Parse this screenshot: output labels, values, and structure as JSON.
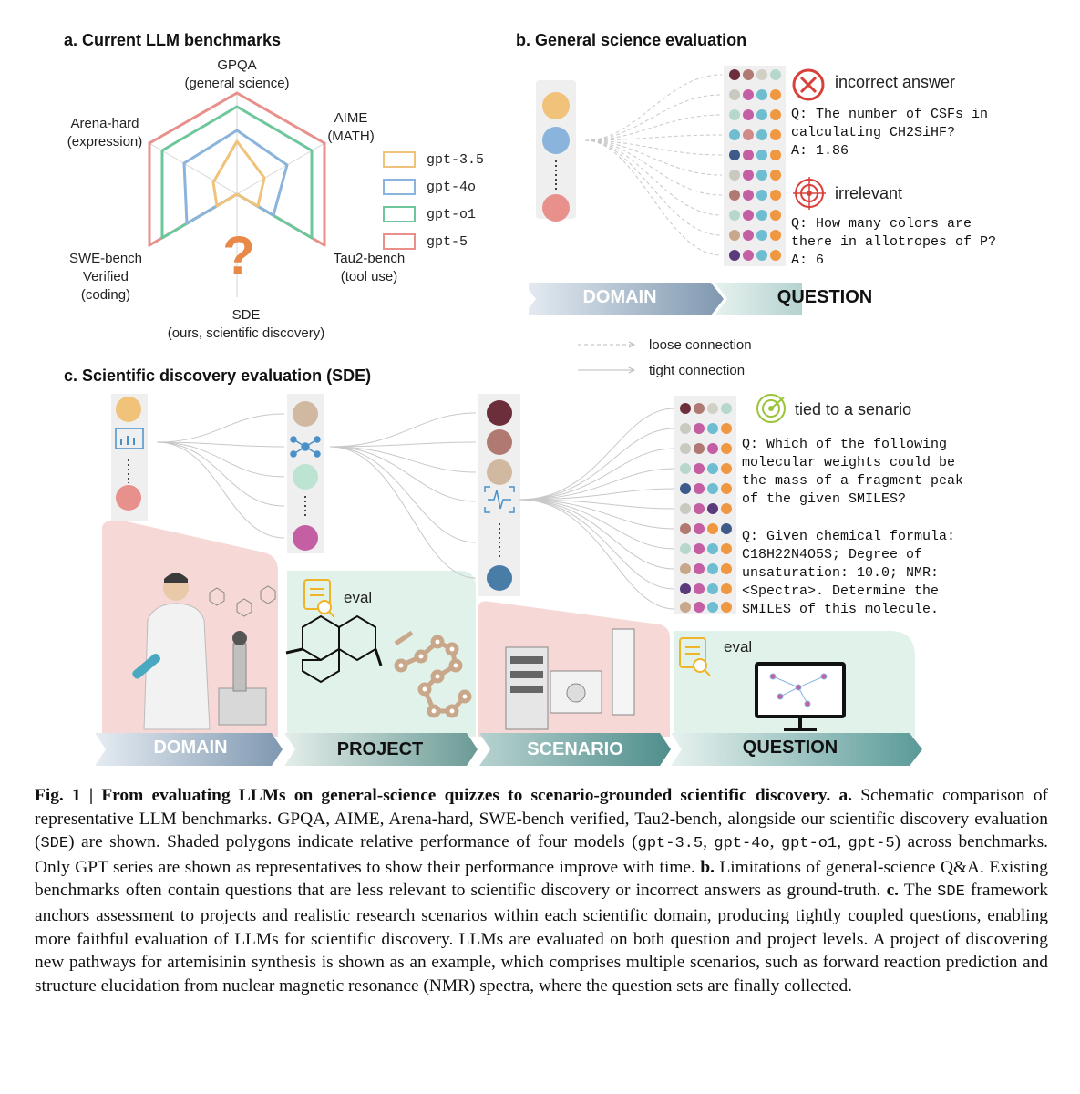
{
  "panel_a": {
    "title": "a. Current LLM benchmarks",
    "axes": [
      {
        "line1": "GPQA",
        "line2": "(general science)"
      },
      {
        "line1": "AIME",
        "line2": "(MATH)"
      },
      {
        "line1": "Tau2-bench",
        "line2": "(tool use)"
      },
      {
        "line1": "SDE",
        "line2": "(ours, scientific discovery)"
      },
      {
        "line1": "SWE-bench",
        "line2": "Verified",
        "line3": "(coding)"
      },
      {
        "line1": "Arena-hard",
        "line2": "(expression)"
      }
    ],
    "question_mark": "?",
    "legend": [
      {
        "name": "gpt-3.5",
        "color": "#f0c27a"
      },
      {
        "name": "gpt-4o",
        "color": "#8ab4dc"
      },
      {
        "name": "gpt-o1",
        "color": "#6ec79c"
      },
      {
        "name": "gpt-5",
        "color": "#e8908c"
      }
    ]
  },
  "panel_b": {
    "title": "b. General science evaluation",
    "incorrect_label": "incorrect answer",
    "q1": "Q: The number of CSFs in",
    "q1b": "calculating CH2SiHF?",
    "a1": "A: 1.86",
    "irrelevant_label": "irrelevant",
    "q2": "Q: How many colors are",
    "q2b": "there in allotropes of P?",
    "a2": "A: 6",
    "arrow_domain": "DOMAIN",
    "arrow_question": "QUESTION",
    "loose": "loose connection",
    "tight": "tight connection"
  },
  "panel_c": {
    "title": "c. Scientific discovery evaluation (SDE)",
    "tied_label": "tied to a senario",
    "q1_lines": [
      "Q: Which of the following",
      "molecular weights could be",
      "the mass of a fragment peak",
      "of the given SMILES?"
    ],
    "q2_lines": [
      "Q: Given chemical formula:",
      "C18H22N4O5S; Degree of",
      "unsaturation: 10.0; NMR:",
      "<Spectra>. Determine the",
      "SMILES of this molecule."
    ],
    "eval1": "eval",
    "eval2": "eval",
    "arrows": [
      "DOMAIN",
      "PROJECT",
      "SCENARIO",
      "QUESTION"
    ]
  },
  "caption": {
    "fig": "Fig.  1 |  From evaluating LLMs on general-science quizzes to scenario-grounded scientific discovery.",
    "a_label": "a.",
    "a_text1": "Schematic comparison of representative LLM benchmarks. GPQA, AIME, Arena-hard, SWE-bench verified, Tau2-bench, alongside our scientific discovery evaluation (",
    "sde1": "SDE",
    "a_text2": ") are shown. Shaded polygons indicate relative performance of four models (",
    "m1": "gpt-3.5",
    "m2": "gpt-4o",
    "m3": "gpt-o1",
    "m4": "gpt-5",
    "a_text3": ") across benchmarks. Only GPT series are shown as representatives to show their performance improve with time.",
    "b_label": "b.",
    "b_text": "Limitations of general-science Q&A. Existing benchmarks often contain questions that are less relevant to scientific discovery or incorrect answers as ground-truth.",
    "c_label": "c.",
    "c_text1": "The",
    "sde2": "SDE",
    "c_text2": "framework anchors assessment to projects and realistic research scenarios within each scientific domain, producing tightly coupled questions, enabling more faithful evaluation of LLMs for scientific discovery. LLMs are evaluated on both question and project levels.  A project of discovering new pathways for artemisinin synthesis is shown as an example, which comprises multiple scenarios, such as forward reaction prediction and structure elucidation from nuclear magnetic resonance (NMR) spectra, where the question sets are finally collected."
  }
}
